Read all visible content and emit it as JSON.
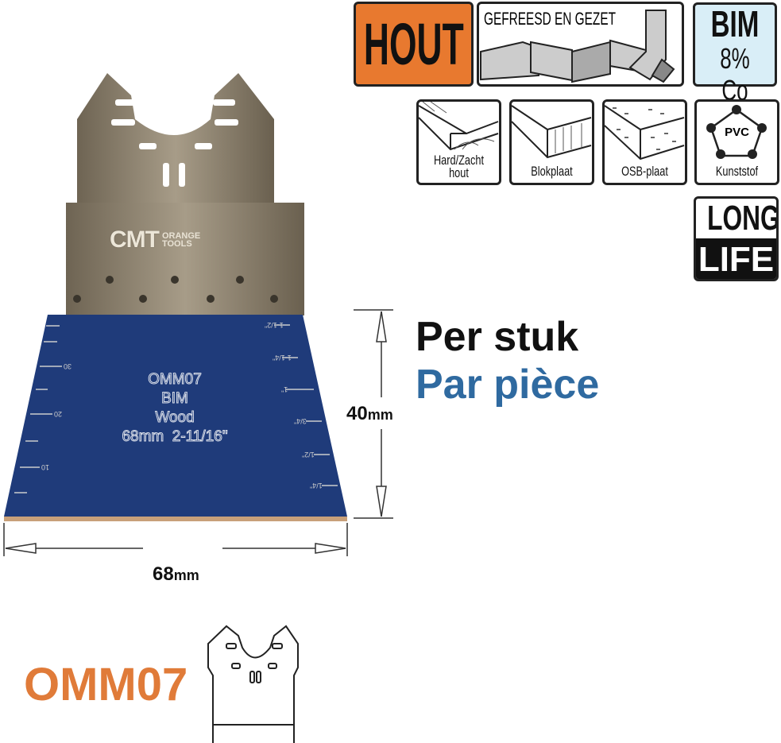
{
  "badges": {
    "material": "HOUT",
    "tooth_type": "GEFREESD EN GEZET",
    "alloy_line1": "BIM",
    "alloy_line2": "8% Co",
    "applications": [
      {
        "line1": "Hard/Zacht",
        "line2": "hout"
      },
      {
        "line1": "Blokplaat",
        "line2": ""
      },
      {
        "line1": "OSB-plaat",
        "line2": ""
      },
      {
        "line1": "Kunststof",
        "line2": "",
        "symbol": "PVC"
      }
    ],
    "longlife_line1": "LONG",
    "longlife_line2": "LIFE"
  },
  "blade": {
    "brand": "CMT",
    "brand_sub1": "ORANGE",
    "brand_sub2": "TOOLS",
    "engraving": [
      "OMM07",
      "BIM",
      "Wood",
      "68mm  2-11/16\""
    ],
    "mm_scale": [
      "30",
      "20",
      "10"
    ],
    "inch_scale": [
      "1-1/2\"",
      "1-1/4\"",
      "1\"",
      "3/4\"",
      "1/2\"",
      "1/4\""
    ],
    "colors": {
      "blue": "#1f3b7a",
      "steel": "#8f836f",
      "teeth": "#c8a07a"
    }
  },
  "dimensions": {
    "height_value": "40",
    "height_unit": "mm",
    "width_value": "68",
    "width_unit": "mm"
  },
  "pricing": {
    "line_nl": "Per stuk",
    "line_fr": "Par pièce"
  },
  "product_code": "OMM07",
  "colors": {
    "orange": "#e8792f",
    "blue_text": "#2f6aa0",
    "bim_bg": "#d9eef7"
  }
}
